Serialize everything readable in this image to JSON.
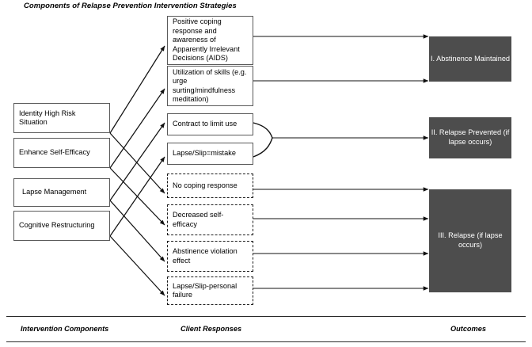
{
  "figure": {
    "title": "Components of Relapse Prevention Intervention Strategies",
    "accent_outcome_fill": "#4d4d4d",
    "solid_border_color": "#5a5a5a",
    "dashed_border_color": "#1c1c1c",
    "text_color": "#000000",
    "outcome_text_color": "#ffffff"
  },
  "columns": {
    "intervention_label": "Intervention Components",
    "client_label": "Client Responses",
    "outcomes_label": "Outcomes"
  },
  "intervention_components": [
    {
      "id": "identify-high-risk-situation",
      "label": "Identity High Risk Situation"
    },
    {
      "id": "enhance-self-efficacy",
      "label": "Enhance Self-Efficacy"
    },
    {
      "id": "lapse-management",
      "label": "Lapse Management"
    },
    {
      "id": "cognitive-restructuring",
      "label": "Cognitive Restructuring"
    }
  ],
  "client_responses": [
    {
      "id": "positive-coping-response",
      "label": "Positive coping response and awareness of Apparently Irrelevant Decisions (AIDS)",
      "style": "solid"
    },
    {
      "id": "utilization-of-skills",
      "label": "Utilization of skills (e.g. urge surting/mindfulness meditation)",
      "style": "solid"
    },
    {
      "id": "contract-to-limit-use",
      "label": "Contract to limit use",
      "style": "solid"
    },
    {
      "id": "lapse-slip-mistake",
      "label": "Lapse/Slip=mistake",
      "style": "solid"
    },
    {
      "id": "no-coping-response",
      "label": "No coping response",
      "style": "dashed"
    },
    {
      "id": "decreased-self-efficacy",
      "label": "Decreased self-efficacy",
      "style": "dashed"
    },
    {
      "id": "abstinence-violation-effect",
      "label": "Abstinence violation effect",
      "style": "dashed"
    },
    {
      "id": "lapse-slip-personal-failure",
      "label": "Lapse/Slip-personal failure",
      "style": "dashed"
    }
  ],
  "outcomes": [
    {
      "id": "abstinence-maintained",
      "label": "I. Abstinence Maintained"
    },
    {
      "id": "relapse-prevented",
      "label": "II. Relapse Prevented (if lapse occurs)"
    },
    {
      "id": "relapse",
      "label": "III. Relapse (if lapse occurs)"
    }
  ],
  "chart_data": {
    "type": "diagram",
    "title": "Components of Relapse Prevention Intervention Strategies",
    "layout": "three-column left-to-right flow",
    "column_titles": [
      "Intervention Components",
      "Client Responses",
      "Outcomes"
    ],
    "nodes": {
      "intervention": [
        "Identity High Risk Situation",
        "Enhance Self-Efficacy",
        "Lapse Management",
        "Cognitive Restructuring"
      ],
      "client_responses_solid": [
        "Positive coping response and awareness of Apparently Irrelevant Decisions (AIDS)",
        "Utilization of skills (e.g. urge surting/mindfulness meditation)",
        "Contract to limit use",
        "Lapse/Slip=mistake"
      ],
      "client_responses_dashed": [
        "No coping response",
        "Decreased self-efficacy",
        "Abstinence violation effect",
        "Lapse/Slip-personal failure"
      ],
      "outcomes": [
        "I. Abstinence Maintained",
        "II. Relapse Prevented (if lapse occurs)",
        "III. Relapse (if lapse occurs)"
      ]
    },
    "edges": [
      {
        "from": "Identity High Risk Situation",
        "to": "Positive coping response and awareness of Apparently Irrelevant Decisions (AIDS)"
      },
      {
        "from": "Identity High Risk Situation",
        "to": "No coping response"
      },
      {
        "from": "Enhance Self-Efficacy",
        "to": "Utilization of skills (e.g. urge surting/mindfulness meditation)"
      },
      {
        "from": "Enhance Self-Efficacy",
        "to": "Decreased self-efficacy"
      },
      {
        "from": "Lapse Management",
        "to": "Contract to limit use"
      },
      {
        "from": "Lapse Management",
        "to": "Abstinence violation effect"
      },
      {
        "from": "Cognitive Restructuring",
        "to": "Lapse/Slip=mistake"
      },
      {
        "from": "Cognitive Restructuring",
        "to": "Lapse/Slip-personal failure"
      },
      {
        "from": "Positive coping response and awareness of Apparently Irrelevant Decisions (AIDS)",
        "to": "I. Abstinence Maintained"
      },
      {
        "from": "Utilization of skills (e.g. urge surting/mindfulness meditation)",
        "to": "I. Abstinence Maintained"
      },
      {
        "from": "Contract to limit use",
        "to": "II. Relapse Prevented (if lapse occurs)"
      },
      {
        "from": "Lapse/Slip=mistake",
        "to": "II. Relapse Prevented (if lapse occurs)"
      },
      {
        "from": "No coping response",
        "to": "III. Relapse (if lapse occurs)"
      },
      {
        "from": "Decreased self-efficacy",
        "to": "III. Relapse (if lapse occurs)"
      },
      {
        "from": "Abstinence violation effect",
        "to": "III. Relapse (if lapse occurs)"
      },
      {
        "from": "Lapse/Slip-personal failure",
        "to": "III. Relapse (if lapse occurs)"
      }
    ]
  }
}
